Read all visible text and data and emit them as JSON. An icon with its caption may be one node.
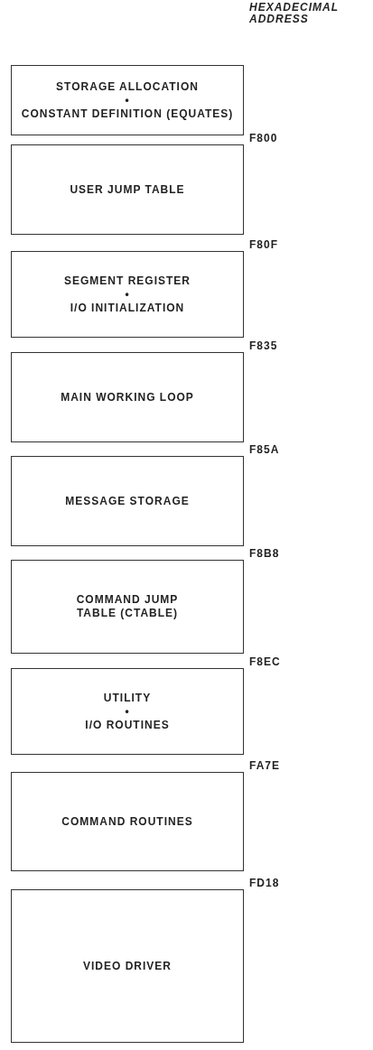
{
  "diagram": {
    "nodes": [
      {
        "text": [
          "STORAGE ALLOCATION",
          "•",
          "CONSTANT DEFINITION (EQUATES)"
        ]
      },
      {
        "text": [
          "USER JUMP TABLE"
        ],
        "beside": [
          "F800"
        ]
      },
      {
        "text": [
          "SEGMENT REGISTER",
          "•",
          "I/O INITIALIZATION"
        ],
        "beside": [
          "F80F"
        ]
      },
      {
        "text": [
          "MAIN WORKING LOOP"
        ],
        "beside": [
          "F835"
        ]
      },
      {
        "text": [
          "MESSAGE STORAGE"
        ],
        "beside": [
          "F85A"
        ]
      },
      {
        "text": [
          "COMMAND JUMP TABLE (CTABLE)"
        ],
        "beside": [
          "F8B8"
        ]
      },
      {
        "text": [
          "UTILITY",
          "•",
          "I/O ROUTINES"
        ],
        "beside": [
          "F8EC"
        ]
      },
      {
        "text": [
          "COMMAND ROUTINES"
        ],
        "beside": [
          "FA7E"
        ]
      },
      {
        "text": [
          "VIDEO DRIVER"
        ],
        "beside": [
          "FD18"
        ]
      }
    ],
    "labels": [
      "HEXADECIMAL ADDRESS"
    ]
  }
}
